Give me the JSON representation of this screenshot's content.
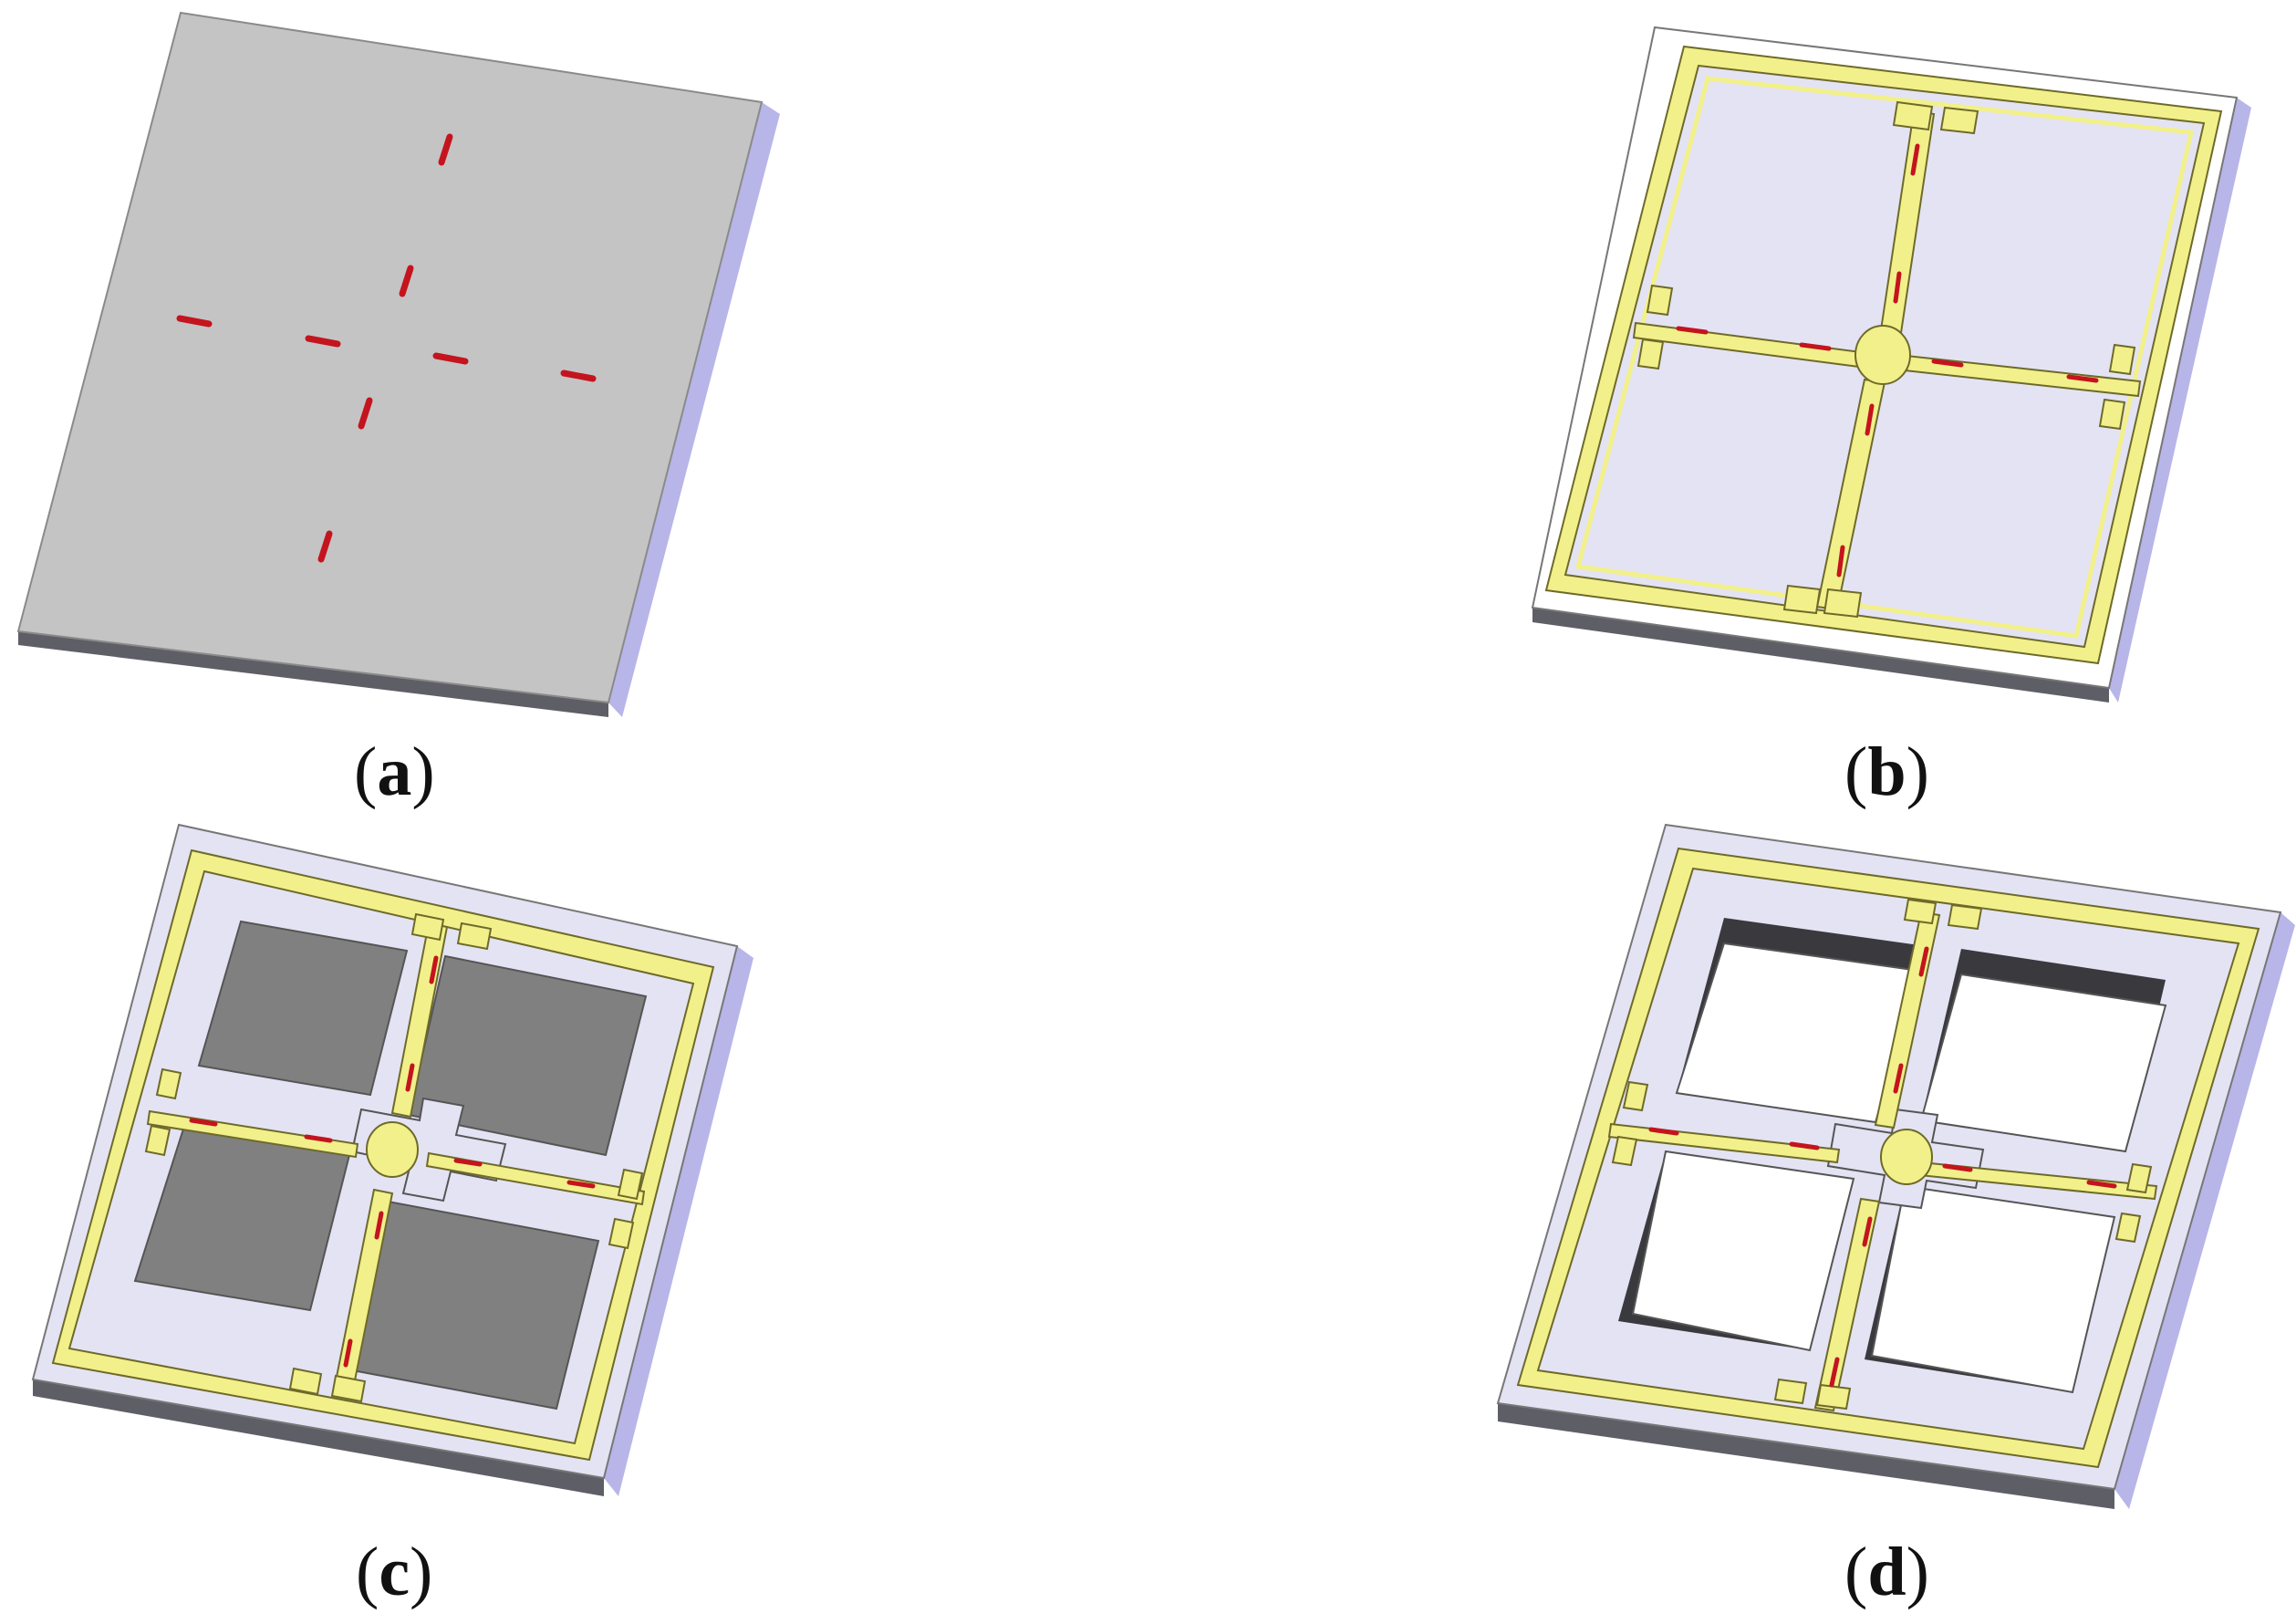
{
  "panels": [
    {
      "id": "a",
      "label": "a"
    },
    {
      "id": "b",
      "label": "b"
    },
    {
      "id": "c",
      "label": "c"
    },
    {
      "id": "d",
      "label": "d"
    }
  ],
  "colors": {
    "substrate_top": "#c4c4c4",
    "substrate_side": "#b8b5e8",
    "substrate_front": "#5e5e66",
    "membrane": "#e4e3f4",
    "metal": "#f2f08a",
    "metal_stroke": "#6e6a2a",
    "resistor": "#c4141e",
    "cavity_dark": "#808080",
    "cavity_wall": "#3a3a3e",
    "through_hole": "#ffffff"
  }
}
